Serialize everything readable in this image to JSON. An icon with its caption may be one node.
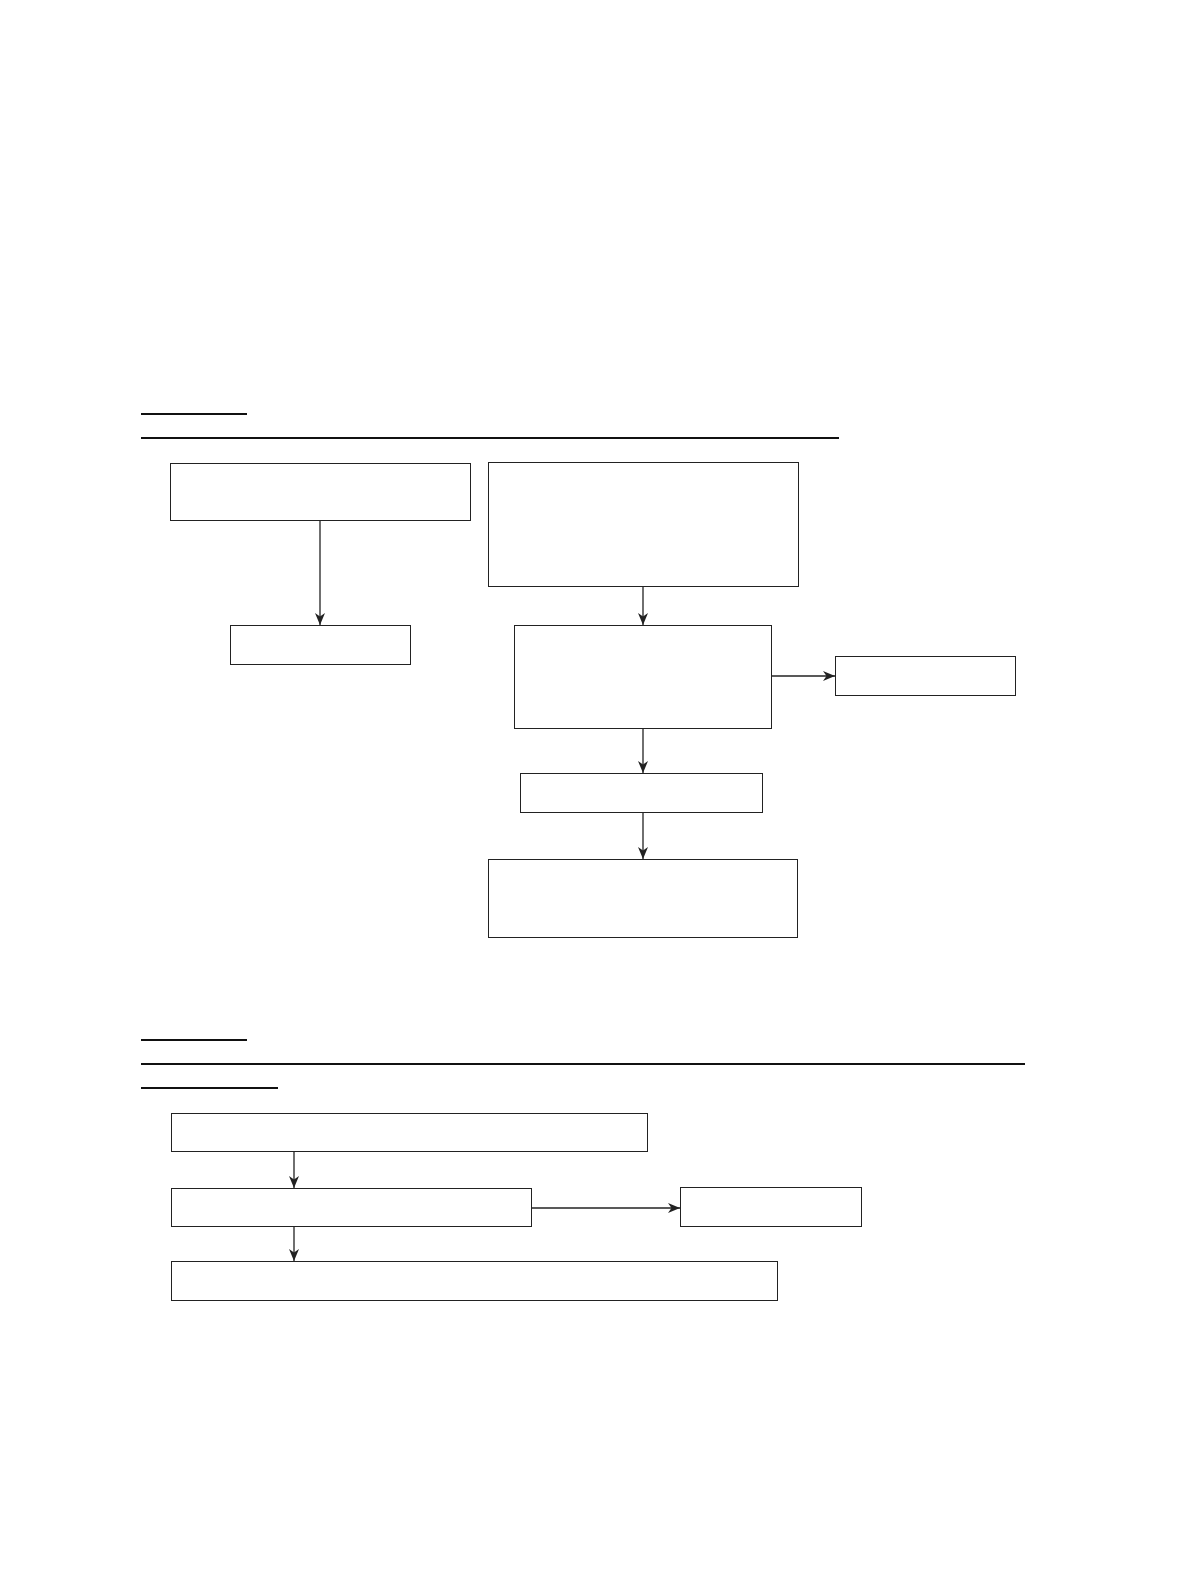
{
  "diagram": {
    "nodes": [
      {
        "text": [],
        "shape": "box"
      },
      {
        "text": [],
        "shape": "box"
      },
      {
        "text": [],
        "shape": "box"
      },
      {
        "text": [],
        "shape": "box"
      },
      {
        "text": [],
        "shape": "box"
      },
      {
        "text": [],
        "shape": "box"
      },
      {
        "text": [],
        "shape": "box"
      },
      {
        "text": [],
        "shape": "box"
      },
      {
        "text": [],
        "shape": "box"
      },
      {
        "text": [],
        "shape": "box"
      },
      {
        "text": [],
        "shape": "box"
      }
    ],
    "edges": [
      {
        "from": 0,
        "to": 2,
        "arrow": "to"
      },
      {
        "from": 1,
        "to": 3,
        "arrow": "to"
      },
      {
        "from": 3,
        "to": 4,
        "arrow": "to"
      },
      {
        "from": 3,
        "to": 5,
        "arrow": "to"
      },
      {
        "from": 5,
        "to": 6,
        "arrow": "to"
      },
      {
        "from": 7,
        "to": 8,
        "arrow": "to"
      },
      {
        "from": 8,
        "to": 9,
        "arrow": "to"
      },
      {
        "from": 8,
        "to": 10,
        "arrow": "to"
      }
    ]
  }
}
